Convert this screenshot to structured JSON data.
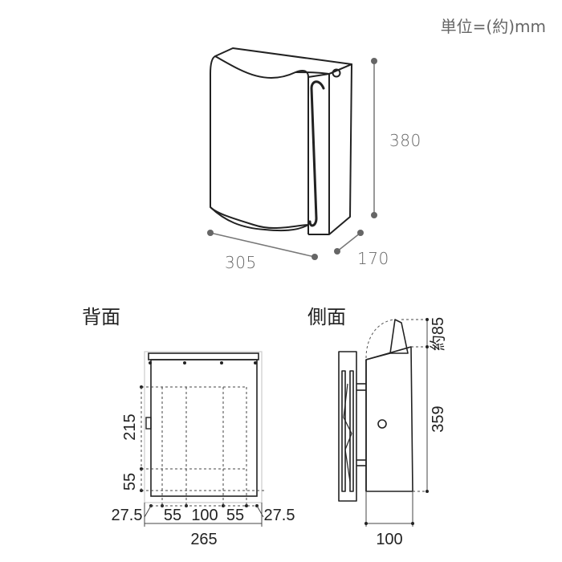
{
  "unit_label": "単位=(約)mm",
  "top_view": {
    "height": "380",
    "width": "305",
    "depth": "170"
  },
  "back_view": {
    "title": "背面",
    "dim_215": "215",
    "dim_55_vertical": "55",
    "dim_left_margin": "27.5",
    "dim_55_a": "55",
    "dim_100": "100",
    "dim_55_b": "55",
    "dim_right_margin": "27.5",
    "dim_total_width": "265"
  },
  "side_view": {
    "title": "側面",
    "dim_lid": "約85",
    "dim_height": "359",
    "dim_depth": "100"
  }
}
